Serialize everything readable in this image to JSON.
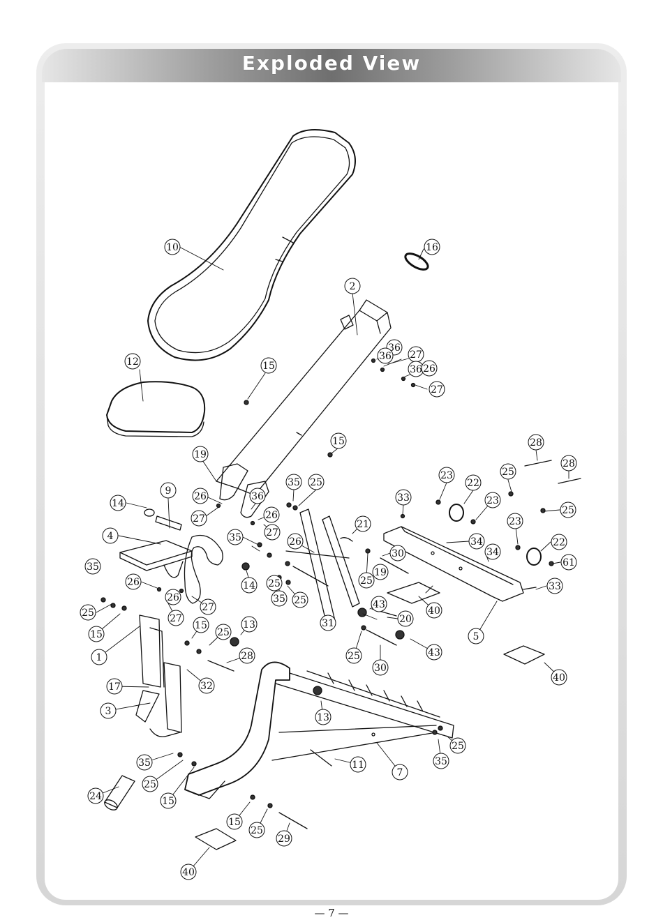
{
  "page": {
    "title": "Exploded View",
    "page_number": "— 7 —"
  },
  "callouts": [
    {
      "id": "c10",
      "label": "10"
    },
    {
      "id": "c16",
      "label": "16"
    },
    {
      "id": "c2",
      "label": "2"
    },
    {
      "id": "c12",
      "label": "12"
    },
    {
      "id": "c15a",
      "label": "15"
    },
    {
      "id": "c36a",
      "label": "36"
    },
    {
      "id": "c36b",
      "label": "36"
    },
    {
      "id": "c27a",
      "label": "27"
    },
    {
      "id": "c36c",
      "label": "36"
    },
    {
      "id": "c26a",
      "label": "26"
    },
    {
      "id": "c27b",
      "label": "27"
    },
    {
      "id": "c15b",
      "label": "15"
    },
    {
      "id": "c28a",
      "label": "28"
    },
    {
      "id": "c28b",
      "label": "28"
    },
    {
      "id": "c19a",
      "label": "19"
    },
    {
      "id": "c23a",
      "label": "23"
    },
    {
      "id": "c22a",
      "label": "22"
    },
    {
      "id": "c25a",
      "label": "25"
    },
    {
      "id": "c35a",
      "label": "35"
    },
    {
      "id": "c25b",
      "label": "25"
    },
    {
      "id": "c33a",
      "label": "33"
    },
    {
      "id": "c23b",
      "label": "23"
    },
    {
      "id": "c25c",
      "label": "25"
    },
    {
      "id": "c14a",
      "label": "14"
    },
    {
      "id": "c9",
      "label": "9"
    },
    {
      "id": "c26b",
      "label": "26"
    },
    {
      "id": "c36d",
      "label": "36"
    },
    {
      "id": "c26c",
      "label": "26"
    },
    {
      "id": "c27c",
      "label": "27"
    },
    {
      "id": "c27d",
      "label": "27"
    },
    {
      "id": "c21",
      "label": "21"
    },
    {
      "id": "c4",
      "label": "4"
    },
    {
      "id": "c35b",
      "label": "35"
    },
    {
      "id": "c26d",
      "label": "26"
    },
    {
      "id": "c34a",
      "label": "34"
    },
    {
      "id": "c23c",
      "label": "23"
    },
    {
      "id": "c22b",
      "label": "22"
    },
    {
      "id": "c30a",
      "label": "30"
    },
    {
      "id": "c34b",
      "label": "34"
    },
    {
      "id": "c35c",
      "label": "35"
    },
    {
      "id": "c25d",
      "label": "25"
    },
    {
      "id": "c19b",
      "label": "19"
    },
    {
      "id": "c61",
      "label": "61"
    },
    {
      "id": "c14b",
      "label": "14"
    },
    {
      "id": "c26e",
      "label": "26"
    },
    {
      "id": "c25e",
      "label": "25"
    },
    {
      "id": "c35d",
      "label": "35"
    },
    {
      "id": "c25f",
      "label": "25"
    },
    {
      "id": "c33b",
      "label": "33"
    },
    {
      "id": "c26f",
      "label": "26"
    },
    {
      "id": "c27e",
      "label": "27"
    },
    {
      "id": "c25g",
      "label": "25"
    },
    {
      "id": "c15c",
      "label": "15"
    },
    {
      "id": "c27f",
      "label": "27"
    },
    {
      "id": "c43a",
      "label": "43"
    },
    {
      "id": "c40a",
      "label": "40"
    },
    {
      "id": "c31",
      "label": "31"
    },
    {
      "id": "c20",
      "label": "20"
    },
    {
      "id": "c15d",
      "label": "15"
    },
    {
      "id": "c25h",
      "label": "25"
    },
    {
      "id": "c13a",
      "label": "13"
    },
    {
      "id": "c5",
      "label": "5"
    },
    {
      "id": "c1",
      "label": "1"
    },
    {
      "id": "c28c",
      "label": "28"
    },
    {
      "id": "c43b",
      "label": "43"
    },
    {
      "id": "c25i",
      "label": "25"
    },
    {
      "id": "c40b",
      "label": "40"
    },
    {
      "id": "c17",
      "label": "17"
    },
    {
      "id": "c32",
      "label": "32"
    },
    {
      "id": "c30b",
      "label": "30"
    },
    {
      "id": "c3",
      "label": "3"
    },
    {
      "id": "c13b",
      "label": "13"
    },
    {
      "id": "c25j",
      "label": "25"
    },
    {
      "id": "c35e",
      "label": "35"
    },
    {
      "id": "c11",
      "label": "11"
    },
    {
      "id": "c7",
      "label": "7"
    },
    {
      "id": "c35f",
      "label": "35"
    },
    {
      "id": "c24",
      "label": "24"
    },
    {
      "id": "c25k",
      "label": "25"
    },
    {
      "id": "c15e",
      "label": "15"
    },
    {
      "id": "c15f",
      "label": "15"
    },
    {
      "id": "c25l",
      "label": "25"
    },
    {
      "id": "c29",
      "label": "29"
    },
    {
      "id": "c40c",
      "label": "40"
    }
  ]
}
